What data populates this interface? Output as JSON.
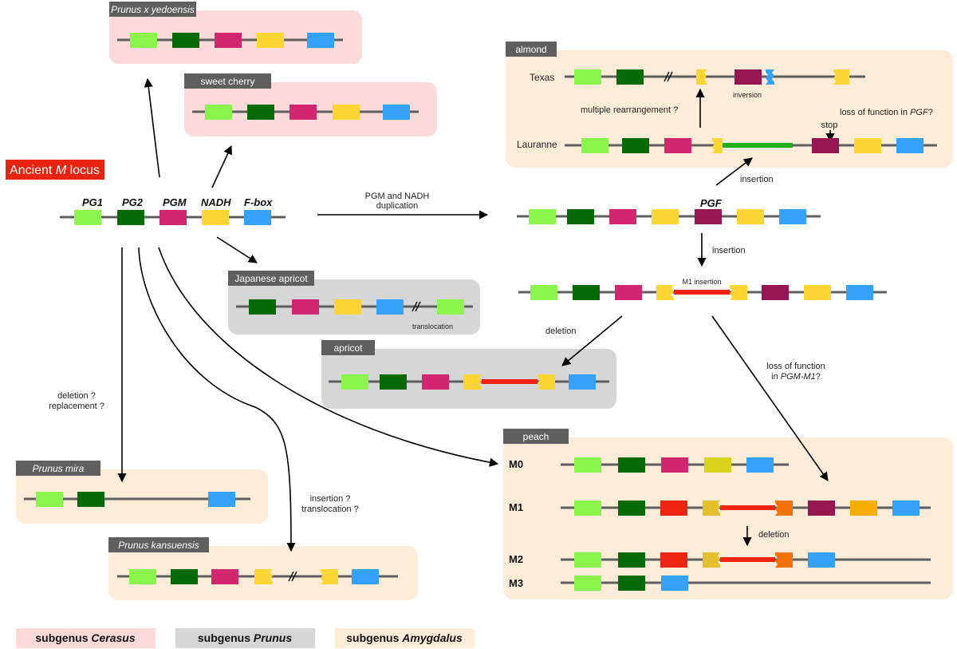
{
  "title": {
    "text_pre": "Ancient ",
    "text_em": "M",
    "text_post": " locus",
    "color": "#e8230f"
  },
  "colors": {
    "PG1": "#8af54b",
    "PG2": "#066b06",
    "PGM": "#d2266f",
    "NADH": "#fdd633",
    "Fbox": "#34a2fb",
    "PGF": "#951651",
    "insertion_red": "#ef2410",
    "insertion_green": "#22ad1b",
    "PGM_M1": "#ee2511",
    "NADH_M1a": "#e4c02f",
    "NADH_M1b": "#f47309",
    "NADH_M1c": "#f8ad03",
    "NADH_M0": "#d6d51b",
    "cerasus_bg": "#fcdad9",
    "prunus_bg": "#d6d6d6",
    "amygdalus_bg": "#fdecd8",
    "header_bg": "#5f5f5f"
  },
  "ancient": {
    "genes": [
      "PG1",
      "PG2",
      "PGM",
      "NADH",
      "F-box"
    ]
  },
  "panels": {
    "yedoensis": {
      "label": "Prunus x yedoensis"
    },
    "sweet_cherry": {
      "label": "sweet cherry"
    },
    "japanese_apricot": {
      "label": "Japanese apricot",
      "note": "translocation"
    },
    "apricot": {
      "label": "apricot"
    },
    "almond": {
      "label": "almond",
      "rows": [
        "Texas",
        "Lauranne"
      ],
      "inversion": "inversion",
      "stop": "stop",
      "loss_pre": "loss of function in ",
      "loss_em": "PGF",
      "loss_post": "?",
      "rearr": "multiple rearrangement  ?"
    },
    "peach": {
      "label": "peach",
      "rows": [
        "M0",
        "M1",
        "M2",
        "M3"
      ],
      "deletion": "deletion"
    },
    "mira": {
      "label": "Prunus mira"
    },
    "kansuensis": {
      "label": "Prunus kansuensis"
    }
  },
  "annotations": {
    "dup1": "PGM and NADH",
    "dup2": "duplication",
    "pgf": "PGF",
    "insertion_top": "insertion",
    "insertion_mid": "insertion",
    "m1_insertion": "M1 insertion",
    "deletion_apricot": "deletion",
    "loss_m1_a": "loss of function",
    "loss_m1_b_pre": "in ",
    "loss_m1_b_em": "PGM-M1",
    "loss_m1_b_post": "?",
    "mira_a": "deletion ?",
    "mira_b": "replacement ?",
    "kans_a": "insertion ?",
    "kans_b": "translocation ?"
  },
  "legend": [
    {
      "pre": "subgenus ",
      "em": "Cerasus"
    },
    {
      "pre": "subgenus ",
      "em": "Prunus"
    },
    {
      "pre": "subgenus ",
      "em": "Amygdalus"
    }
  ]
}
